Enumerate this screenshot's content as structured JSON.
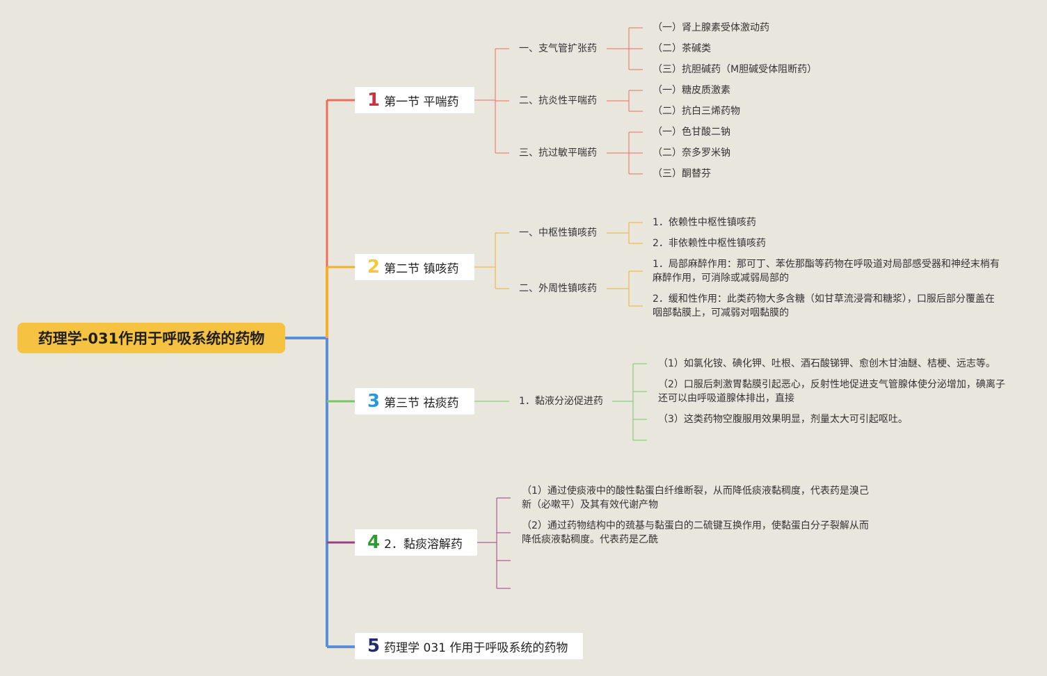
{
  "root": {
    "title": "药理学-031作用于呼吸系统的药物"
  },
  "colors": {
    "s1": "#ea6d5e",
    "s2": "#f2b02a",
    "s3": "#7ac46b",
    "s4": "#9c3f7f",
    "s5": "#5a8fd8",
    "num1": "#d0303c",
    "num2": "#f3c83a",
    "num3": "#2d96d6",
    "num4": "#2f9a32",
    "num5": "#1f2b6e",
    "root_bg": "#f5c242",
    "background": "#e9e6dd"
  },
  "sections": [
    {
      "num": "1",
      "title": "第一节 平喘药"
    },
    {
      "num": "2",
      "title": "第二节 镇咳药"
    },
    {
      "num": "3",
      "title": "第三节 祛痰药"
    },
    {
      "num": "4",
      "title": "2．黏痰溶解药"
    },
    {
      "num": "5",
      "title": "药理学 031 作用于呼吸系统的药物"
    }
  ],
  "s1": {
    "sub1": {
      "label": "一、支气管扩张药",
      "items": [
        "（一）肾上腺素受体激动药",
        "（二）茶碱类",
        "（三）抗胆碱药（M胆碱受体阻断药）"
      ]
    },
    "sub2": {
      "label": "二、抗炎性平喘药",
      "items": [
        "（一）糖皮质激素",
        "（二）抗白三烯药物"
      ]
    },
    "sub3": {
      "label": "三、抗过敏平喘药",
      "items": [
        "（一）色甘酸二钠",
        "（二）奈多罗米钠",
        "（三）酮替芬"
      ]
    }
  },
  "s2": {
    "sub1": {
      "label": "一、中枢性镇咳药",
      "items": [
        "1．依赖性中枢性镇咳药",
        "2．非依赖性中枢性镇咳药"
      ]
    },
    "sub2": {
      "label": "二、外周性镇咳药",
      "items": [
        "1．局部麻醉作用：那可丁、苯佐那酯等药物在呼吸道对局部感受器和神经末梢有麻醉作用，可消除或减弱局部的",
        "2．缓和性作用：此类药物大多含糖（如甘草流浸膏和糖浆），口服后部分覆盖在咽部黏膜上，可减弱对咽黏膜的"
      ]
    }
  },
  "s3": {
    "sub1": {
      "label": "1．黏液分泌促进药",
      "items": [
        "（1）如氯化铵、碘化钾、吐根、酒石酸锑钾、愈创木甘油醚、桔梗、远志等。",
        "（2）口服后刺激胃黏膜引起恶心，反射性地促进支气管腺体使分泌增加，碘离子还可以由呼吸道腺体排出，直接",
        "（3）这类药物空腹服用效果明显，剂量太大可引起呕吐。"
      ]
    }
  },
  "s4": {
    "items": [
      "（1）通过使痰液中的酸性黏蛋白纤维断裂，从而降低痰液黏稠度，代表药是溴己新（必嗽平）及其有效代谢产物",
      "（2）通过药物结构中的巯基与黏蛋白的二硫键互换作用，使黏蛋白分子裂解从而降低痰液黏稠度。代表药是乙酰"
    ]
  }
}
